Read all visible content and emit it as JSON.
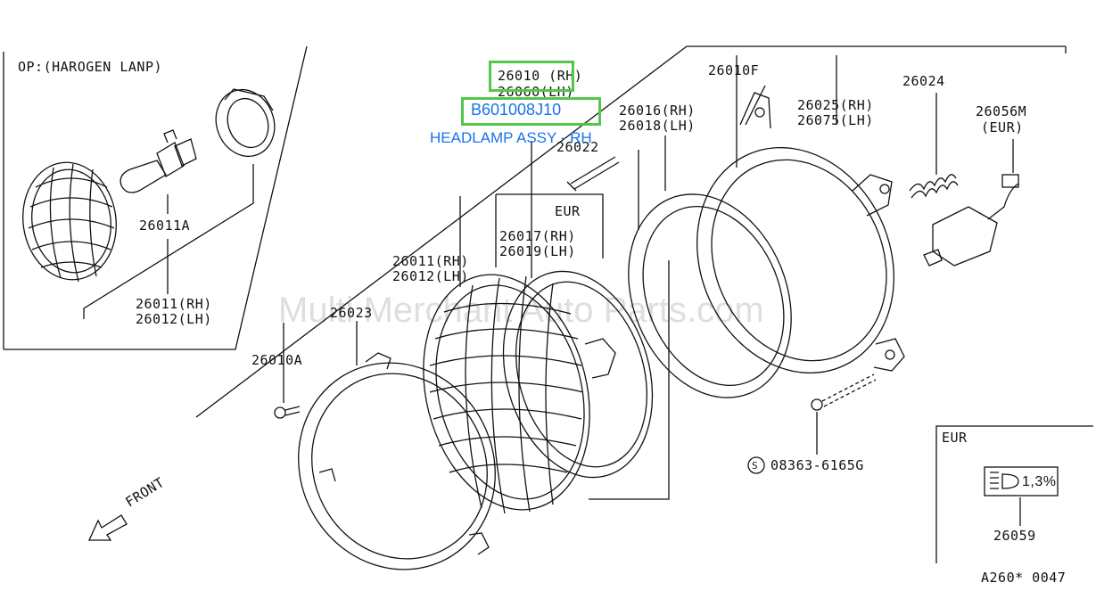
{
  "option_label": "OP:(HAROGEN LANP)",
  "callouts": {
    "p26010_rh": "26010 (RH)",
    "p26060_lh": "26060(LH)",
    "p26011a": "26011A",
    "p26011_rh_inset": "26011(RH)",
    "p26012_lh_inset": "26012(LH)",
    "p26022": "26022",
    "p26016_rh": "26016(RH)",
    "p26018_lh": "26018(LH)",
    "p26010f": "26010F",
    "p26025_rh": "26025(RH)",
    "p26075_lh": "26075(LH)",
    "p26024": "26024",
    "p26056m": "26056M",
    "eur_paren": "(EUR)",
    "eur_main": "EUR",
    "p26017_rh": "26017(RH)",
    "p26019_lh": "26019(LH)",
    "p26011_rh": "26011(RH)",
    "p26012_lh": "26012(LH)",
    "p26023": "26023",
    "p26010a": "26010A",
    "p08363": "08363-6165G",
    "s_symbol": "S",
    "front": "FRONT",
    "eur_box": "EUR",
    "p26059": "26059",
    "level_value": "1,3%",
    "diagram_code": "A260* 0047"
  },
  "highlight": {
    "part_number": "B601008J10",
    "description": "HEADLAMP ASSY - RH"
  },
  "watermark": "Multi Merchant Auto Parts.com",
  "colors": {
    "highlight_border": "#52c74a",
    "highlight_text": "#1a73e8",
    "line": "#111111"
  }
}
